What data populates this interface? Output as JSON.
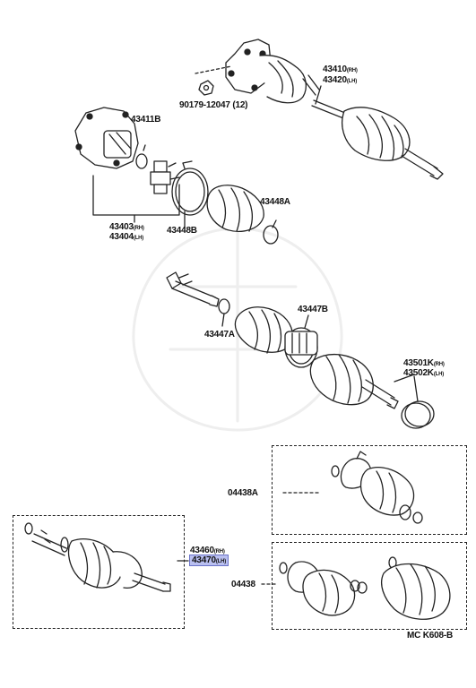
{
  "labels": {
    "p43410": "43410",
    "p43410_side": "(RH)",
    "p43420": "43420",
    "p43420_side": "(LH)",
    "p90179": "90179-12047 (12)",
    "p43411B": "43411B",
    "p43403": "43403",
    "p43403_side": "(RH)",
    "p43404": "43404",
    "p43404_side": "(LH)",
    "p43448B": "43448B",
    "p43448A": "43448A",
    "p43447B": "43447B",
    "p43447A": "43447A",
    "p43501K": "43501K",
    "p43501K_side": "(RH)",
    "p43502K": "43502K",
    "p43502K_side": "(LH)",
    "p04438A": "04438A",
    "p04438": "04438",
    "p43460": "43460",
    "p43460_side": "(RH)",
    "p43470": "43470",
    "p43470_side": "(LH)",
    "code": "MC K608-B"
  },
  "colors": {
    "line": "#222222",
    "highlight": "#b9bff0"
  }
}
